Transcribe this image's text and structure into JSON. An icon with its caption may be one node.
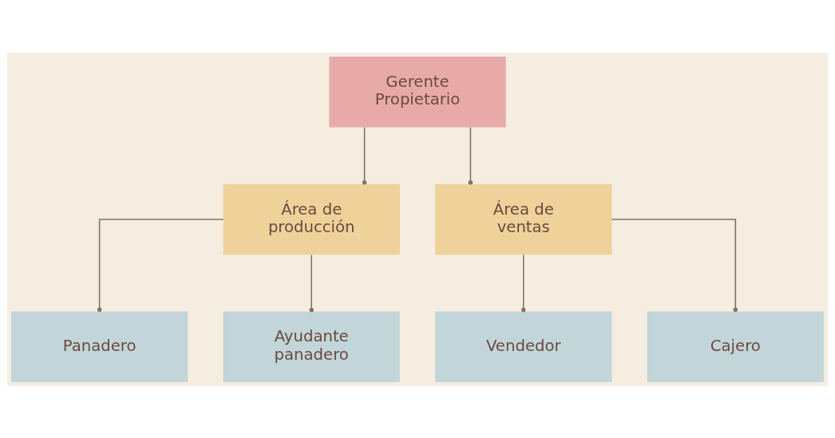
{
  "diagram": {
    "nodes": [
      {
        "text": [
          "Gerente Propietario"
        ]
      },
      {
        "text": [
          "Área de producción"
        ]
      },
      {
        "text": [
          "Área de ventas"
        ]
      },
      {
        "text": [
          "Panadero"
        ]
      },
      {
        "text": [
          "Ayudante panadero"
        ]
      },
      {
        "text": [
          "Vendedor"
        ]
      },
      {
        "text": [
          "Cajero"
        ]
      }
    ],
    "edges": [
      {
        "from": 0,
        "to": 1,
        "arrow": "other"
      },
      {
        "from": 0,
        "to": 2,
        "arrow": "other"
      },
      {
        "from": 1,
        "to": 3,
        "arrow": "other"
      },
      {
        "from": 1,
        "to": 4,
        "arrow": "other"
      },
      {
        "from": 2,
        "to": 5,
        "arrow": "other"
      },
      {
        "from": 2,
        "to": 6,
        "arrow": "other"
      }
    ]
  }
}
